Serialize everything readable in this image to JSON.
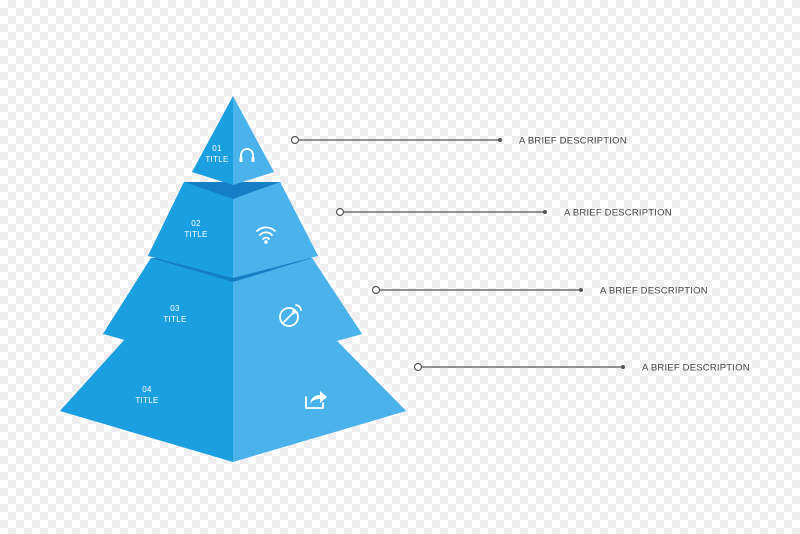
{
  "colors": {
    "front_left": "#1a9fe0",
    "front_right": "#4ab3ec",
    "top_face": "#147fc4",
    "connector": "#555555"
  },
  "tiers": [
    {
      "number": "01",
      "title": "TITLE",
      "icon": "headphones-icon",
      "description": "A BRIEF DESCRIPTION"
    },
    {
      "number": "02",
      "title": "TITLE",
      "icon": "wifi-icon",
      "description": "A BRIEF DESCRIPTION"
    },
    {
      "number": "03",
      "title": "TITLE",
      "icon": "satellite-dish-icon",
      "description": "A BRIEF DESCRIPTION"
    },
    {
      "number": "04",
      "title": "TITLE",
      "icon": "share-icon",
      "description": "A BRIEF DESCRIPTION"
    }
  ]
}
